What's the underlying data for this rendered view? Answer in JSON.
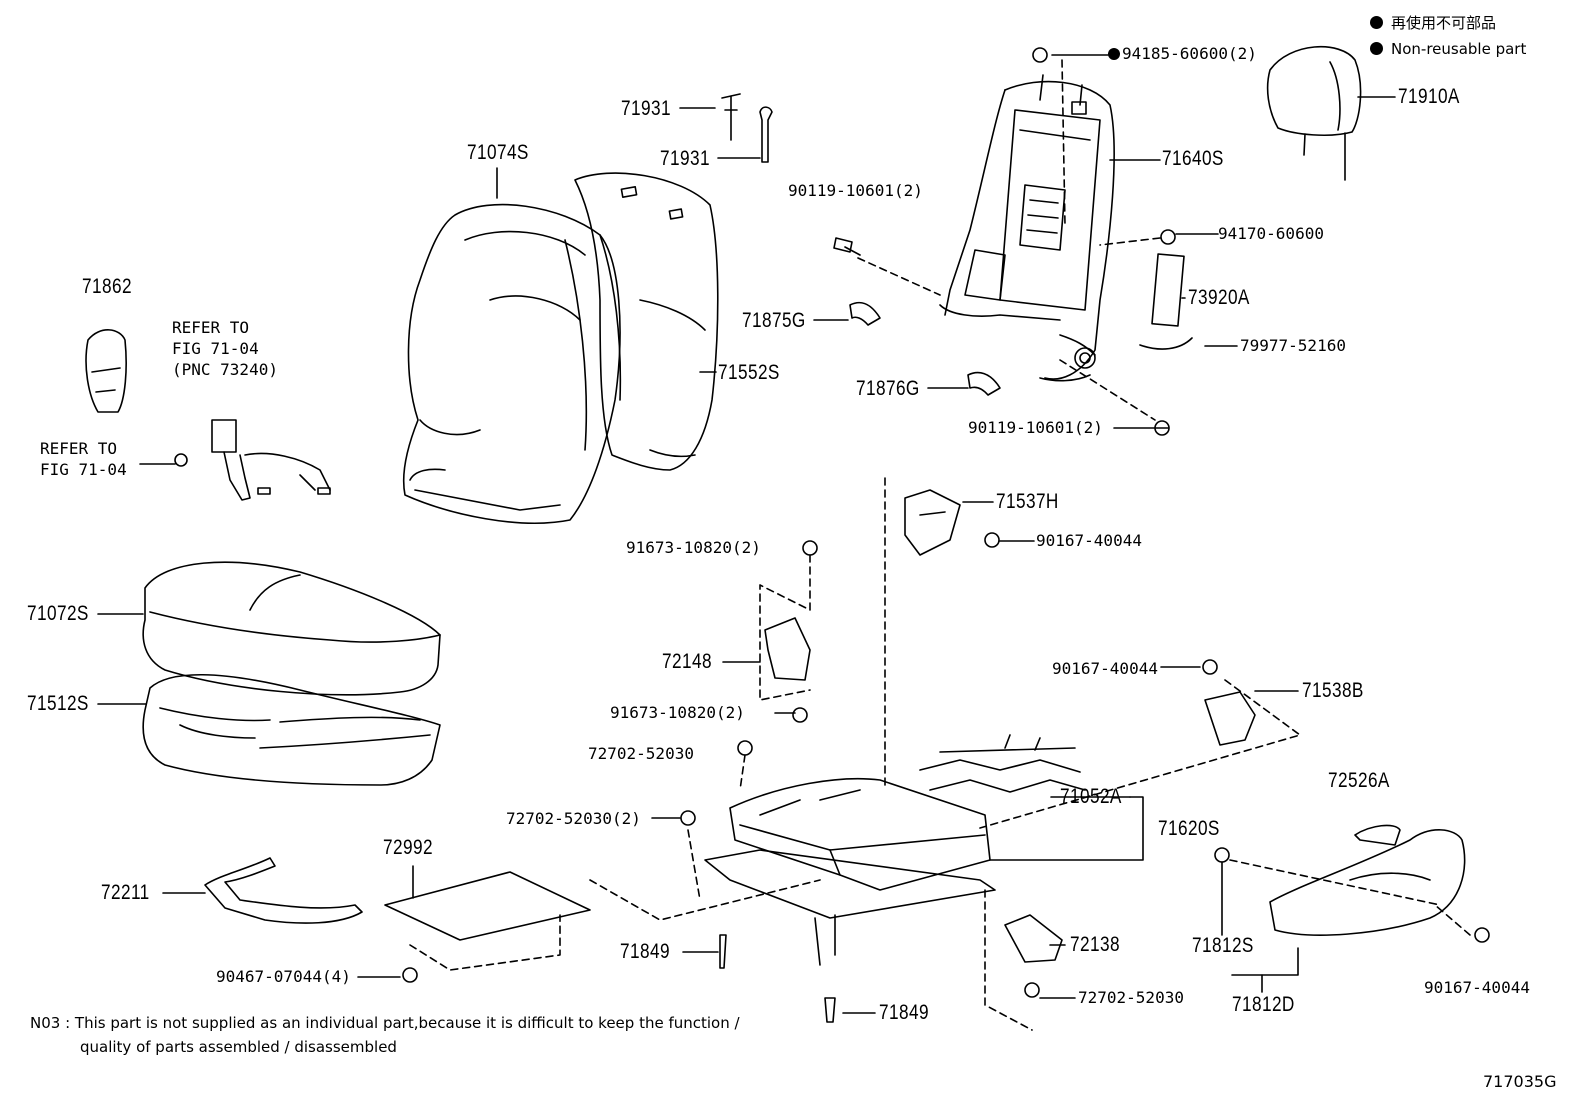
{
  "legend": {
    "line_ja": "再使用不可部品",
    "line_en": "Non-reusable part"
  },
  "figure_id": "717035G",
  "note": {
    "code": "N03",
    "line1": ": This part is not supplied as an individual part,because it is difficult to keep the function /",
    "line2": "quality of parts assembled / disassembled"
  },
  "refer": {
    "a1": "REFER TO",
    "a2": "FIG 71-04",
    "a3": "(PNC 73240)",
    "b1": "REFER TO",
    "b2": "FIG 71-04"
  },
  "parts": {
    "p71074S": "71074S",
    "p71931a": "71931",
    "p71931b": "71931",
    "p94185": "94185-60600(2)",
    "p71910A": "71910A",
    "p71640S": "71640S",
    "p90119a": "90119-10601(2)",
    "p94170": "94170-60600",
    "p73920A": "73920A",
    "p79977": "79977-52160",
    "p71862": "71862",
    "p71875G": "71875G",
    "p71552S": "71552S",
    "p71876G": "71876G",
    "p90119b": "90119-10601(2)",
    "p71537H": "71537H",
    "p90167a": "90167-40044",
    "p91673a": "91673-10820(2)",
    "p71072S": "71072S",
    "p72148": "72148",
    "p90167b": "90167-40044",
    "p71538B": "71538B",
    "p71512S": "71512S",
    "p91673b": "91673-10820(2)",
    "p72702a": "72702-52030",
    "p72526A": "72526A",
    "p71052A": "71052A",
    "p72702b": "72702-52030(2)",
    "p71620S": "71620S",
    "p72992": "72992",
    "p72211": "72211",
    "p71812S": "71812S",
    "p72138": "72138",
    "p71849a": "71849",
    "p90467": "90467-07044(4)",
    "p72702c": "72702-52030",
    "p71849b": "71849",
    "p71812D": "71812D",
    "p90167c": "90167-40044"
  }
}
